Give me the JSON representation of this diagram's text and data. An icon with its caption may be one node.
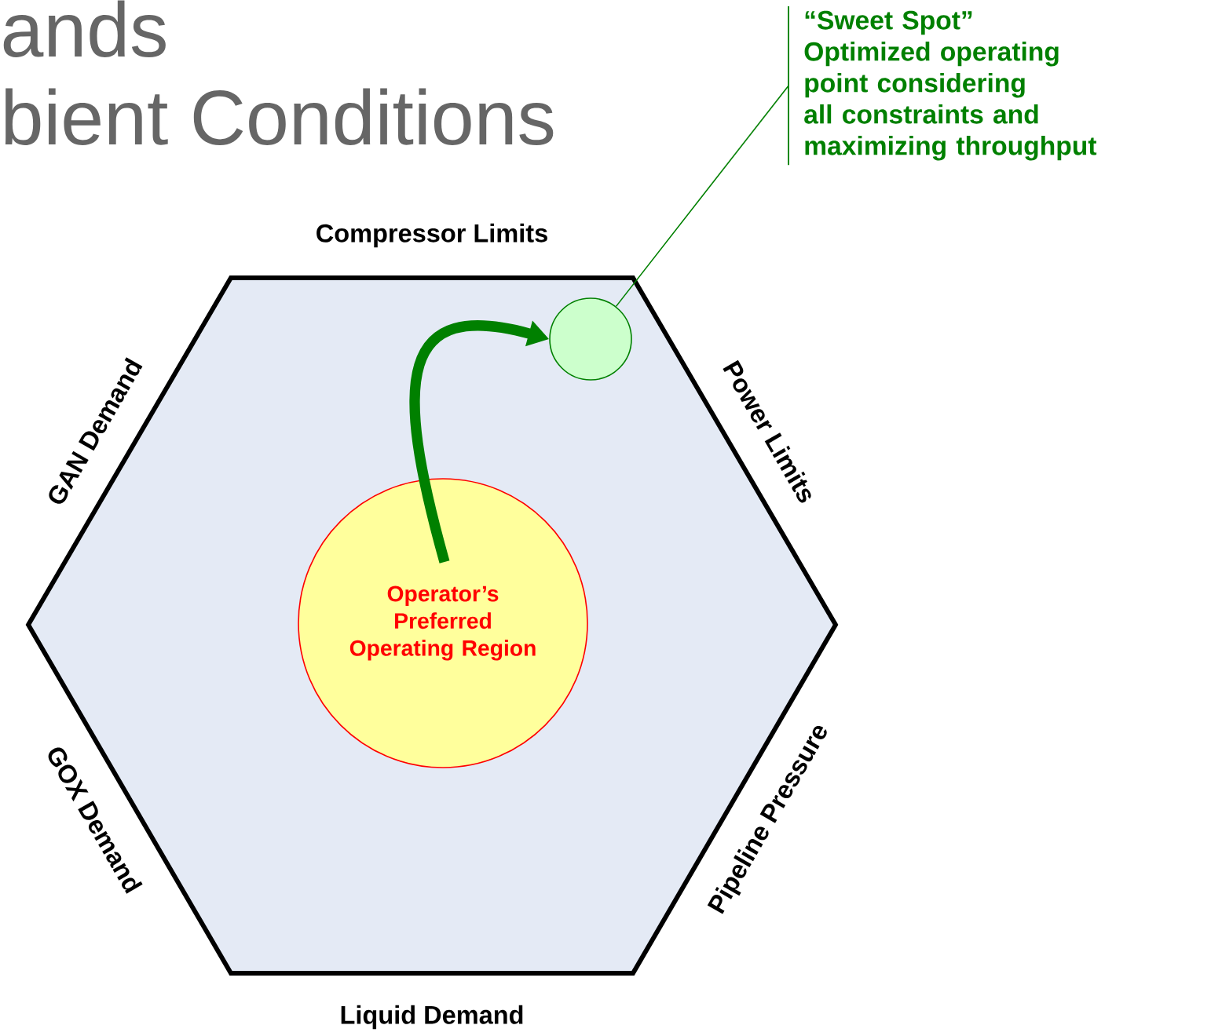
{
  "diagram": {
    "nodes": [
      {
        "text": [],
        "shape": "hexagon",
        "beside": [
          "Compressor Limits",
          "Power Limits",
          "Pipeline Pressure",
          "Liquid Demand",
          "GOX Demand",
          "GAN Demand"
        ]
      },
      {
        "text": [
          "Operator’s Preferred Operating Region"
        ],
        "in": 0
      },
      {
        "text": [],
        "shape": "circle",
        "in": 0
      },
      {
        "text": [
          "“Sweet Spot”",
          "Optimized operating point considering all constraints and maximizing throughput"
        ]
      }
    ],
    "edges": [
      {
        "from": 1,
        "to": 2,
        "arrow": "to",
        "style": "thick",
        "color": "#008000"
      },
      {
        "from": 3,
        "to": 2,
        "arrow": "none"
      }
    ],
    "labels": [
      "ands",
      "bient Conditions"
    ]
  }
}
